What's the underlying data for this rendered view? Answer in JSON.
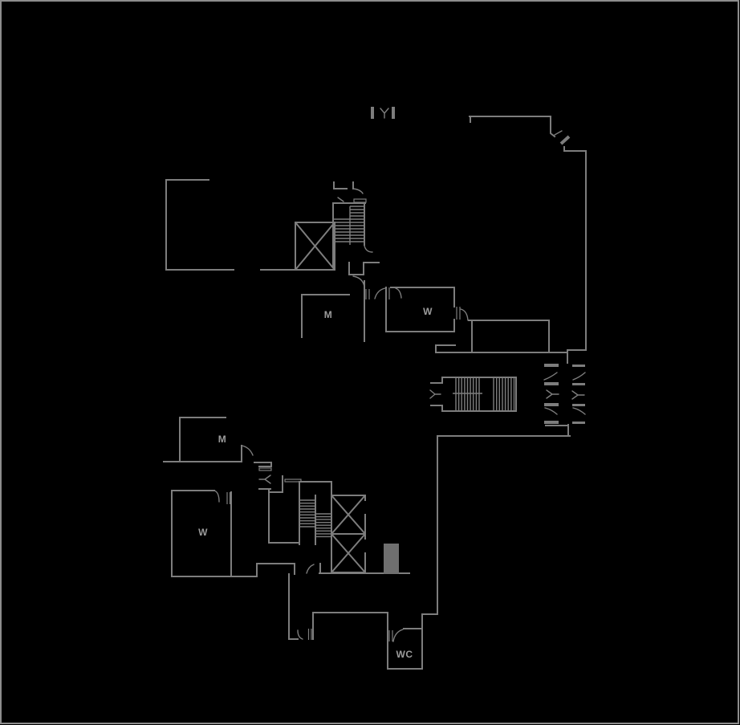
{
  "canvas": {
    "background": "#000000",
    "border_color": "#8d8d8d",
    "line_color": "#7d7d7d",
    "solid_fill_color": "#6f6f6f",
    "label_color": "#9c9c9c"
  },
  "labels": {
    "m_upper": "M",
    "w_upper": "W",
    "m_lower": "M",
    "w_lower": "W",
    "wc": "WC"
  }
}
